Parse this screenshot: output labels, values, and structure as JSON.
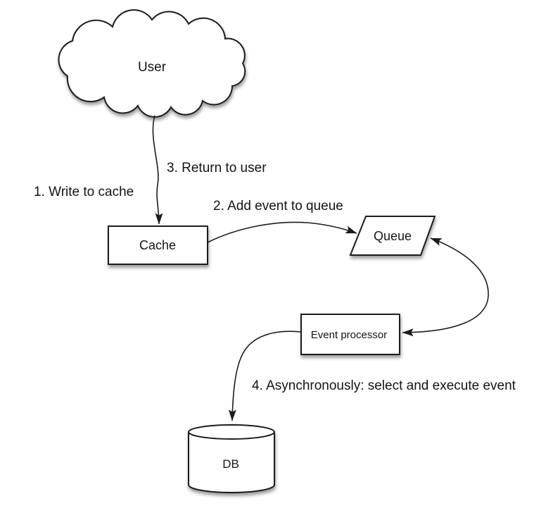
{
  "canvas": {
    "background": "#ffffff",
    "stroke_color": "#1c1c1c",
    "text_color": "#141414"
  },
  "nodes": {
    "user": {
      "label": "User",
      "shape": "cloud"
    },
    "cache": {
      "label": "Cache",
      "shape": "rectangle"
    },
    "queue": {
      "label": "Queue",
      "shape": "parallelogram"
    },
    "event_processor": {
      "label": "Event processor",
      "shape": "rectangle"
    },
    "db": {
      "label": "DB",
      "shape": "cylinder"
    }
  },
  "edges": [
    {
      "from": "user",
      "to": "cache",
      "style": "arrow"
    },
    {
      "from": "cache",
      "to": "queue",
      "style": "arrow"
    },
    {
      "from": "queue",
      "to": "event_processor",
      "style": "double-arrow"
    },
    {
      "from": "event_processor",
      "to": "db",
      "style": "arrow"
    }
  ],
  "edge_labels": {
    "step1": "1. Write to cache",
    "step2": "2. Add event to queue",
    "step3": "3. Return to user",
    "step4": "4. Asynchronously: select and execute event"
  }
}
